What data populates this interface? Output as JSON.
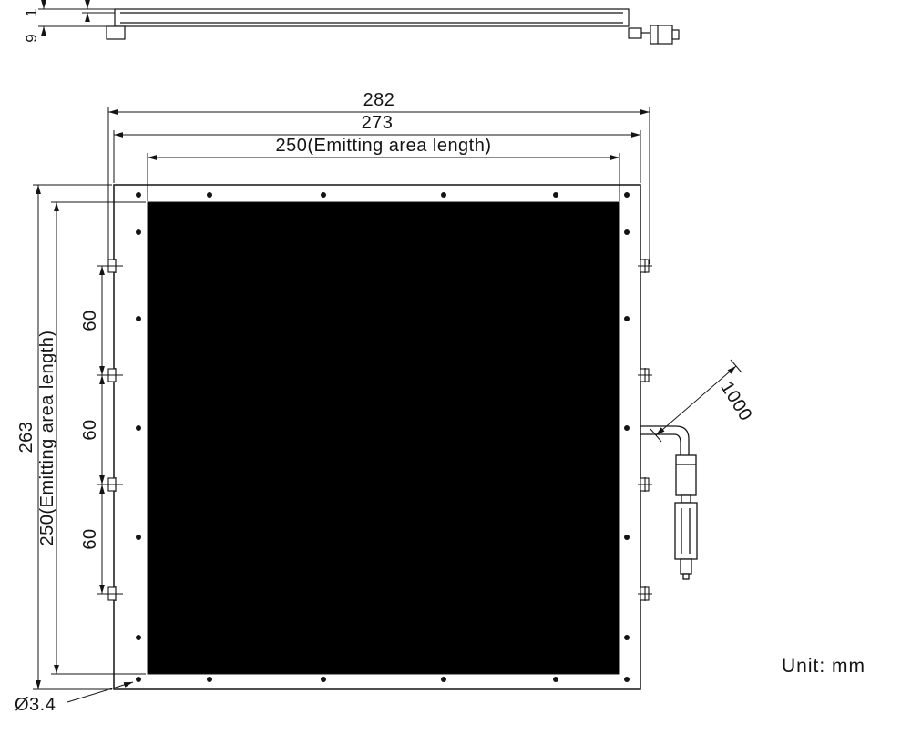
{
  "unit": {
    "label": "Unit:  mm"
  },
  "dims": {
    "outer_width": "282",
    "frame_width": "273",
    "emitting_width": "250(Emitting area length)",
    "outer_height": "263",
    "emitting_height": "250(Emitting area length)",
    "pitch_a": "60",
    "pitch_b": "60",
    "pitch_c": "60",
    "hole_diameter": "Ø3.4",
    "cable_length": "1000",
    "face_thickness": "1",
    "panel_thickness": "9"
  }
}
